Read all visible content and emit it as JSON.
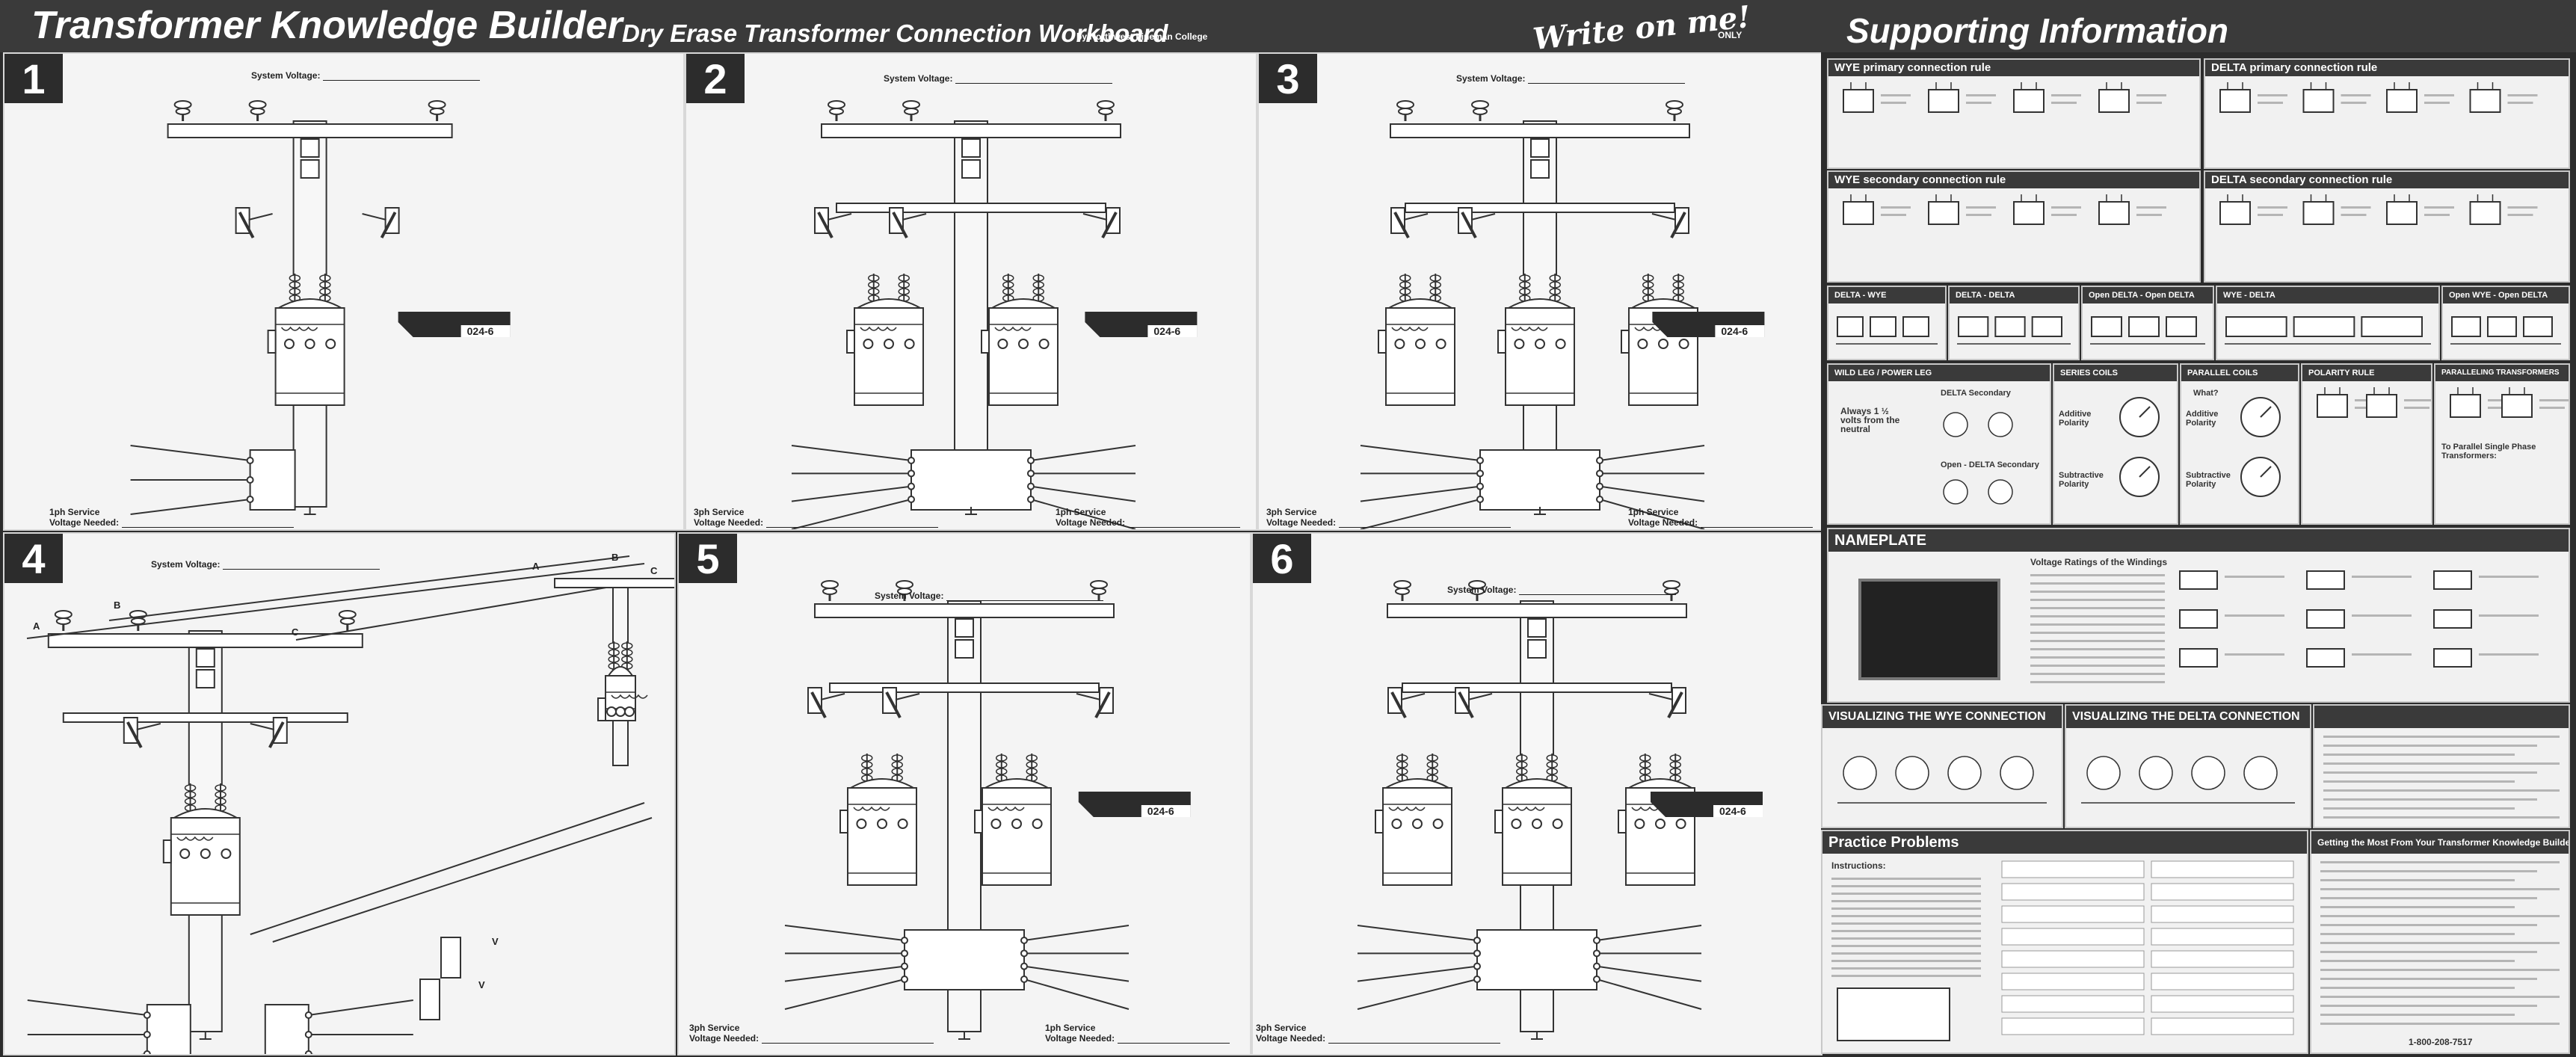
{
  "header": {
    "title": "Transformer Knowledge Builder",
    "subtitle": "Dry Erase Transformer Connection Workboard",
    "byline": "by Northwest Lineman College",
    "write_on_me": "Write on me!",
    "only": "ONLY"
  },
  "panels": [
    {
      "number": "1",
      "system_voltage": "System Voltage:",
      "services": [
        {
          "line1": "1ph Service",
          "line2": "Voltage Needed:"
        }
      ],
      "tag": "024-6"
    },
    {
      "number": "2",
      "system_voltage": "System Voltage:",
      "services": [
        {
          "line1": "3ph Service",
          "line2": "Voltage Needed:"
        },
        {
          "line1": "1ph Service",
          "line2": "Voltage Needed:"
        }
      ],
      "tag": "024-6"
    },
    {
      "number": "3",
      "system_voltage": "System Voltage:",
      "services": [
        {
          "line1": "3ph Service",
          "line2": "Voltage Needed:"
        },
        {
          "line1": "1ph Service",
          "line2": "Voltage Needed:"
        }
      ],
      "tag": "024-6"
    },
    {
      "number": "4",
      "system_voltage": "System Voltage:",
      "phase_labels": [
        "A",
        "B",
        "C",
        "A",
        "B",
        "C"
      ],
      "meter_labels": [
        "V",
        "V"
      ],
      "services": []
    },
    {
      "number": "5",
      "system_voltage": "System Voltage:",
      "services": [
        {
          "line1": "3ph Service",
          "line2": "Voltage Needed:"
        },
        {
          "line1": "1ph Service",
          "line2": "Voltage Needed:"
        }
      ],
      "tag": "024-6"
    },
    {
      "number": "6",
      "system_voltage": "System Voltage:",
      "services": [
        {
          "line1": "3ph Service",
          "line2": "Voltage Needed:"
        }
      ],
      "tag": "024-6"
    }
  ],
  "support": {
    "title": "Supporting Information",
    "sections": {
      "wye_primary": "WYE primary connection rule",
      "delta_primary": "DELTA primary connection rule",
      "wye_secondary": "WYE secondary connection rule",
      "delta_secondary": "DELTA secondary connection rule",
      "nameplate": "NAMEPLATE",
      "visualizing_wye": "VISUALIZING THE WYE CONNECTION",
      "visualizing_delta": "VISUALIZING THE DELTA CONNECTION",
      "practice": "Practice Problems",
      "getting_most": "Getting the Most From Your Transformer Knowledge Builder"
    },
    "connection_tabs": [
      "DELTA - WYE",
      "DELTA - DELTA",
      "Open DELTA - Open DELTA",
      "WYE - DELTA",
      "Open WYE - Open DELTA"
    ],
    "mid_row": {
      "wild_leg": "WILD LEG / POWER LEG",
      "delta_secondary": "DELTA Secondary",
      "open_delta_secondary": "Open - DELTA Secondary",
      "always": "Always 1 ½ volts from the neutral",
      "series": "SERIES COILS",
      "additive": "Additive Polarity",
      "subtractive": "Subtractive Polarity",
      "parallel": "PARALLEL COILS",
      "polarity_rule": "POLARITY RULE",
      "parallel_transformers": "PARALLELING TRANSFORMERS",
      "what": "What?",
      "to_parallel": "To Parallel Single Phase Transformers:"
    },
    "nameplate_heading": "Voltage Ratings of the Windings",
    "instructions": "Instructions:",
    "phone": "1-800-208-7517"
  }
}
